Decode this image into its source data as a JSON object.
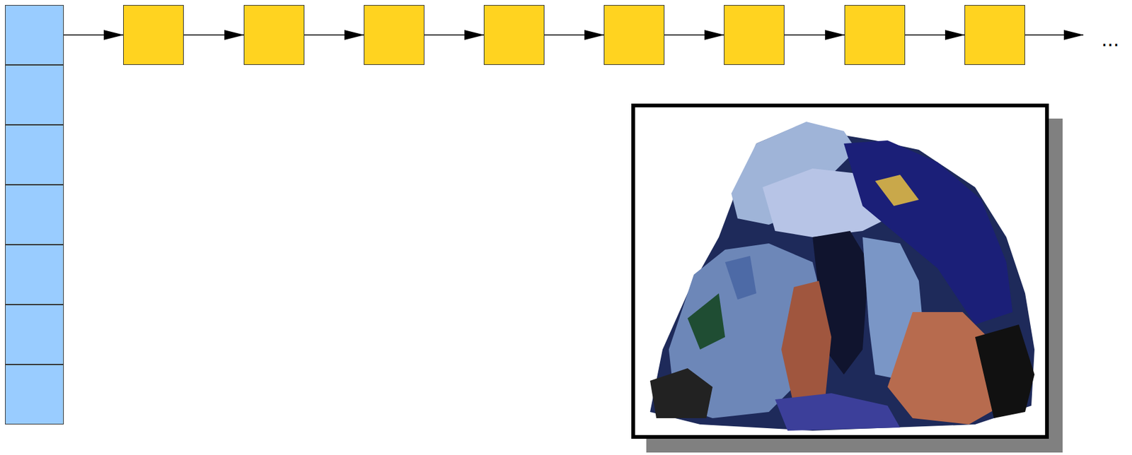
{
  "diagram": {
    "nodes": [
      {
        "text": []
      },
      {
        "text": []
      },
      {
        "text": []
      },
      {
        "text": []
      },
      {
        "text": []
      },
      {
        "text": []
      },
      {
        "text": []
      },
      {
        "text": []
      },
      {
        "text": []
      },
      {
        "text": []
      },
      {
        "text": []
      },
      {
        "text": []
      },
      {
        "text": []
      },
      {
        "text": []
      },
      {
        "text": []
      }
    ],
    "edges": [
      {
        "from": 0,
        "to": 7,
        "arrow": "to"
      },
      {
        "from": 7,
        "to": 8,
        "arrow": "to"
      },
      {
        "from": 8,
        "to": 9,
        "arrow": "to"
      },
      {
        "from": 9,
        "to": 10,
        "arrow": "to"
      },
      {
        "from": 10,
        "to": 11,
        "arrow": "to"
      },
      {
        "from": 11,
        "to": 12,
        "arrow": "to"
      },
      {
        "from": 12,
        "to": 13,
        "arrow": "to"
      },
      {
        "from": 13,
        "to": 14,
        "arrow": "to"
      }
    ],
    "labels": [
      "..."
    ]
  }
}
